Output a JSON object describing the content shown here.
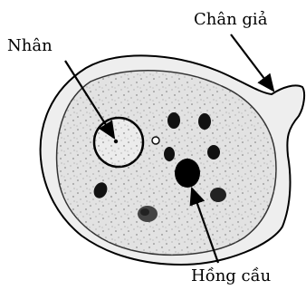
{
  "labels": {
    "nucleus": "Nhân",
    "pseudopod": "Chân giả",
    "red_blood_cell": "Hồng cầu"
  },
  "colors": {
    "ink": "#000000",
    "cytoplasm": "#e4e4e4",
    "outer_membrane": "#eeeeee"
  }
}
